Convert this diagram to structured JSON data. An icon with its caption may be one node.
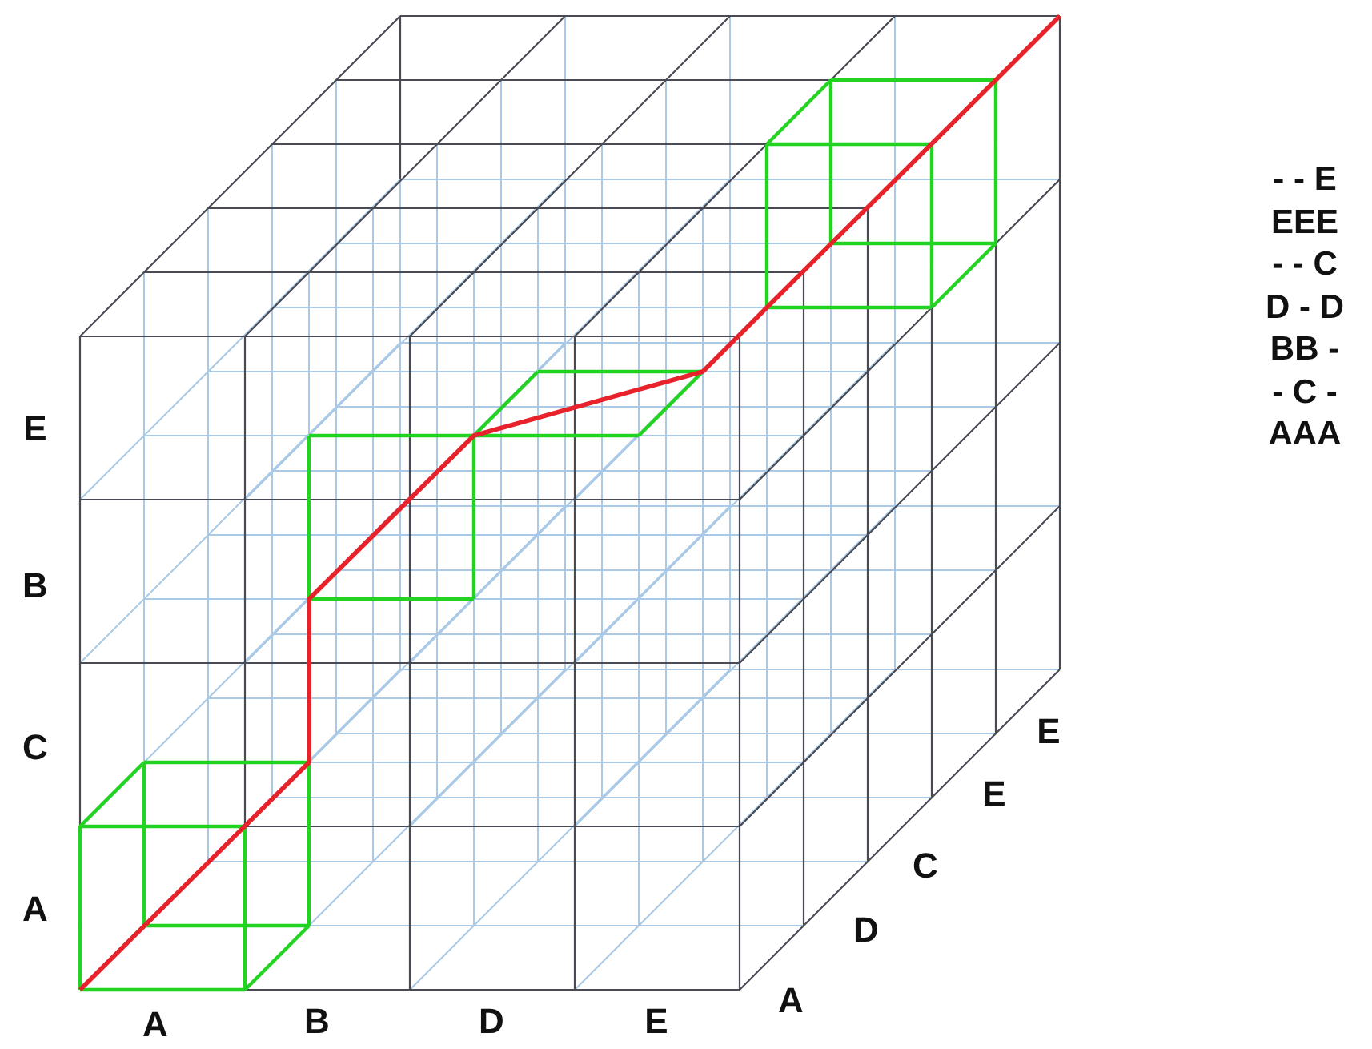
{
  "diagram": {
    "labels": [
      "- - E",
      "EEE",
      "- - C",
      "D - D",
      "BB -",
      "- C -",
      "E",
      "AAA",
      "B",
      "C",
      "E",
      "E",
      "C",
      "A",
      "D",
      "A",
      "A",
      "B",
      "D",
      "E"
    ]
  }
}
